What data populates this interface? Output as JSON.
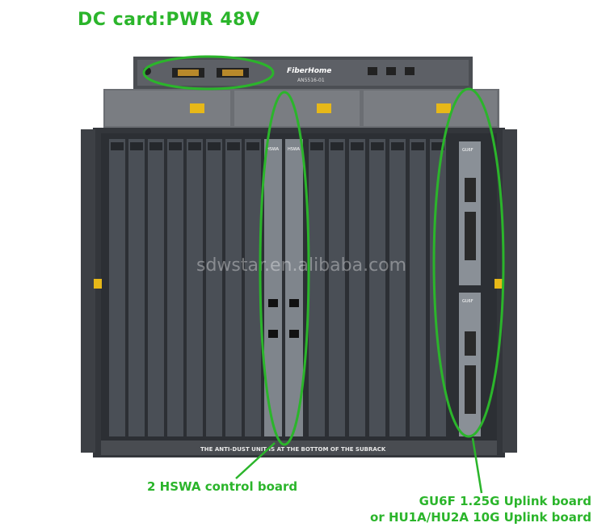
{
  "labels": {
    "dc_card": "DC card:PWR 48V",
    "hswa": "2 HSWA control board",
    "uplink_line1": "GU6F 1.25G Uplink board",
    "uplink_line2": "or HU1A/HU2A 10G Uplink board"
  },
  "chassis": {
    "brand": "FiberHome",
    "model": "AN5516-01",
    "bottom_text": "THE ANTI-DUST UNIT IS AT THE BOTTOM OF THE SUBRACK",
    "watermark": "sdwstar.en.alibaba.com",
    "hswa_board_name": "HSWA",
    "gu6f_board_name": "GU6F"
  },
  "colors": {
    "highlight": "#2bb52b",
    "chassis_dark": "#3a3d42",
    "board": "#4a4f56"
  }
}
